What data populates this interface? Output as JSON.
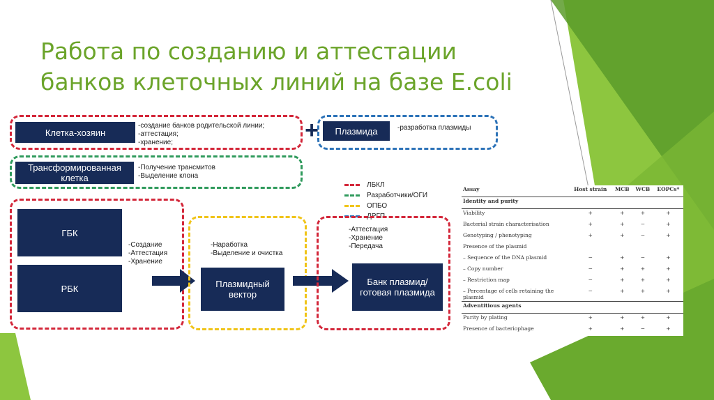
{
  "title": "Работа по созданию и аттестации банков клеточных линий на базе E.coli",
  "host": {
    "label": "Клетка-хозяин",
    "notes": "-создание банков родительской линии;\n-аттестация;\n-хранение;"
  },
  "plasmid": {
    "label": "Плазмида",
    "notes": "-разработка плазмиды"
  },
  "plus": "+",
  "transformed": {
    "label": "Трансформированная клетка",
    "notes": "-Получение трансмитов\n-Выделение клона"
  },
  "legend": [
    {
      "label": "ЛБКЛ",
      "color": "#d3273a"
    },
    {
      "label": "Разработчики/ОГИ",
      "color": "#2f9a5c"
    },
    {
      "label": "ОПБО",
      "color": "#f0c419"
    },
    {
      "label": "ДРГП",
      "color": "#2d73b8"
    }
  ],
  "gbk": {
    "label": "ГБК"
  },
  "rbk": {
    "label": "РБК"
  },
  "bank_notes": "-Создание\n-Аттестация\n-Хранение",
  "vector": {
    "label": "Плазмидный вектор",
    "notes": "-Наработка\n-Выделение и очистка"
  },
  "final": {
    "label": "Банк плазмид/готовая плазмида",
    "notes": "-Аттестация\n-Хранение\n-Передача"
  },
  "assay_table": {
    "headers": [
      "Assay",
      "Host strain",
      "MCB",
      "WCB",
      "EOPCs*"
    ],
    "rows": [
      {
        "type": "section",
        "cells": [
          "Identity and purity",
          "",
          "",
          "",
          ""
        ]
      },
      {
        "type": "row",
        "cells": [
          "Viability",
          "+",
          "+",
          "+",
          "+"
        ]
      },
      {
        "type": "row",
        "cells": [
          "Bacterial strain characterisation",
          "+",
          "+",
          "−",
          "+"
        ]
      },
      {
        "type": "row",
        "cells": [
          "Genotyping / phenotyping",
          "+",
          "+",
          "−",
          "+"
        ]
      },
      {
        "type": "row",
        "cells": [
          "Presence of the plasmid",
          "",
          "",
          "",
          ""
        ]
      },
      {
        "type": "row",
        "cells": [
          "–  Sequence of the DNA plasmid",
          "−",
          "+",
          "−",
          "+"
        ]
      },
      {
        "type": "row",
        "cells": [
          "–  Copy number",
          "−",
          "+",
          "+",
          "+"
        ]
      },
      {
        "type": "row",
        "cells": [
          "–  Restriction map",
          "−",
          "+",
          "+",
          "+"
        ]
      },
      {
        "type": "row",
        "cells": [
          "–  Percentage of cells retaining the plasmid",
          "−",
          "+",
          "+",
          "+"
        ]
      },
      {
        "type": "section",
        "cells": [
          "Adventitious agents",
          "",
          "",
          "",
          ""
        ]
      },
      {
        "type": "row",
        "cells": [
          "Purity by plating",
          "+",
          "+",
          "+",
          "+"
        ]
      },
      {
        "type": "row",
        "cells": [
          "Presence of bacteriophage",
          "+",
          "+",
          "−",
          "+"
        ]
      }
    ]
  },
  "colors": {
    "title": "#6ba42a",
    "navy": "#172b57",
    "green_light": "#8dc63f",
    "green_dark": "#5a9b2a"
  }
}
